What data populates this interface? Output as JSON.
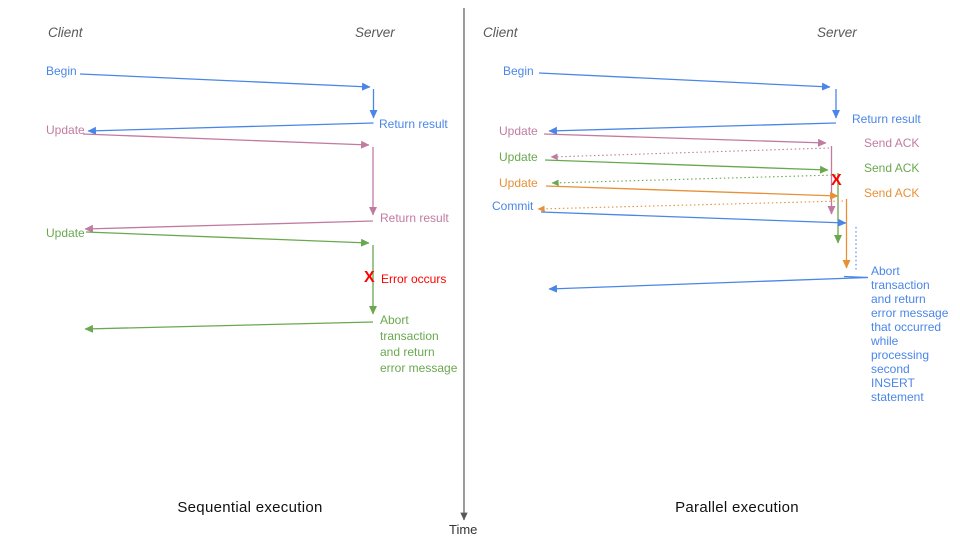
{
  "colors": {
    "blue": "#4a86e8",
    "pink": "#c27ba0",
    "green": "#6aa84f",
    "orange": "#e69138",
    "red": "#ff0000",
    "axis_gray": "#595959",
    "header_gray": "#595959"
  },
  "time_axis": {
    "label": "Time"
  },
  "left": {
    "title": "Sequential execution",
    "client_header": "Client",
    "server_header": "Server",
    "labels": {
      "begin": "Begin",
      "return_result_1": "Return result",
      "update_1": "Update",
      "return_result_2": "Return result",
      "update_2": "Update",
      "error_x": "X",
      "error": "Error occurs",
      "abort": "Abort\ntransaction\nand return\nerror message"
    }
  },
  "right": {
    "title": "Parallel execution",
    "client_header": "Client",
    "server_header": "Server",
    "labels": {
      "begin": "Begin",
      "return_result": "Return result",
      "update_1": "Update",
      "send_ack_1": "Send ACK",
      "update_2": "Update",
      "send_ack_2": "Send ACK",
      "update_3": "Update",
      "send_ack_3": "Send ACK",
      "commit": "Commit",
      "error_x": "X",
      "abort": "Abort\ntransaction\nand return\nerror message\nthat occurred\nwhile\nprocessing\nsecond\nINSERT\nstatement"
    }
  }
}
